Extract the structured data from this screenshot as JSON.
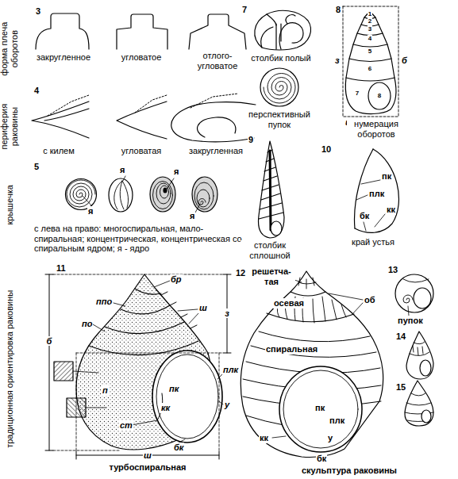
{
  "diagram": {
    "labels": [
      "форма плеча оборотов",
      "периферия раковины",
      "крышечка",
      "традиционная ориентировка раковины",
      "3",
      "закругленное",
      "угловатое",
      "отлого- угловатое",
      "4",
      "с килем",
      "угловатая",
      "закругленная",
      "5",
      "я",
      "я",
      "я",
      "я",
      "с лева на право: многоспиральная, мало- спиральная; концентрическая, концентрическая со спиральным ядром; я - ядро",
      "7",
      "столбик полый",
      "перспективный пупок",
      "8",
      "1",
      "2",
      "3",
      "4",
      "5",
      "6",
      "7",
      "8",
      "з",
      "б",
      "ш",
      "нумерация оборотов",
      "9",
      "столбик сплошной",
      "10",
      "пк",
      "плк",
      "бк",
      "кк",
      "край устья",
      "11",
      "бр",
      "ппо",
      "ш",
      "по",
      "з",
      "б",
      "п",
      "пк",
      "кк",
      "ст",
      "плк",
      "у",
      "бк",
      "ш",
      "турбоспиральная",
      "12",
      "решетча- тая",
      "осевая",
      "об",
      "спиральная",
      "пк",
      "плк",
      "у",
      "кк",
      "бк",
      "скульптура раковины",
      "13",
      "пупок",
      "14",
      "15"
    ]
  }
}
